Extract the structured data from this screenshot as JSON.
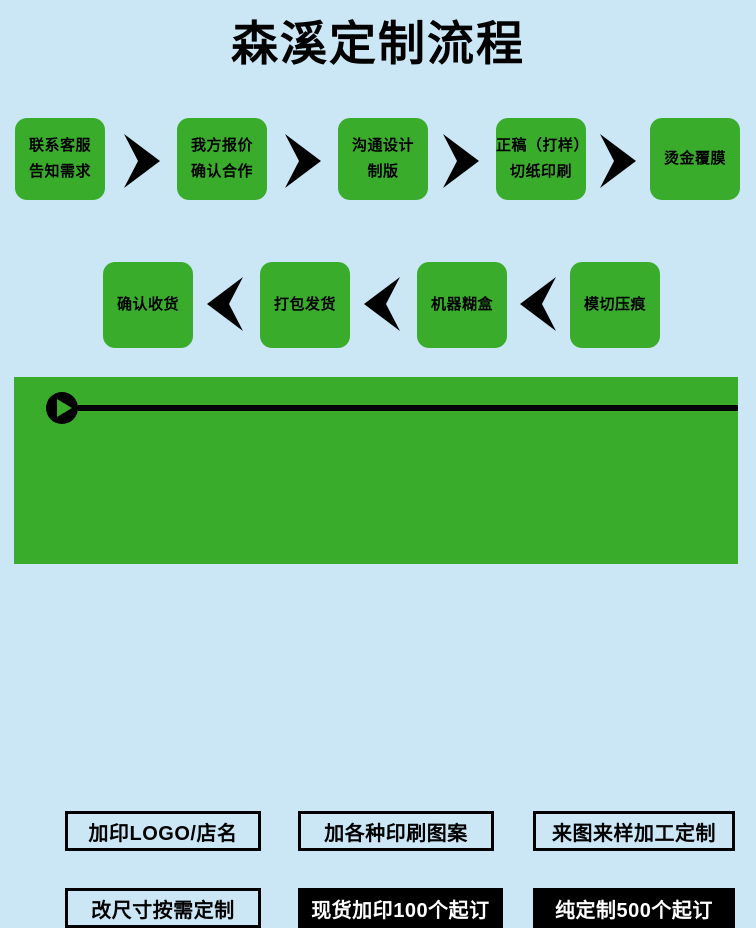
{
  "page": {
    "title": "森溪定制流程",
    "background_color": "#cbe7f5",
    "accent_green": "#39ac2b",
    "ink_color": "#000000"
  },
  "flow": {
    "row1": [
      {
        "line1": "联系客服",
        "line2": "告知需求"
      },
      {
        "line1": "我方报价",
        "line2": "确认合作"
      },
      {
        "line1": "沟通设计",
        "line2": "制版"
      },
      {
        "line1": "正稿（打样）",
        "line2": "切纸印刷"
      },
      {
        "line1": "烫金覆膜",
        "line2": ""
      }
    ],
    "row2": [
      {
        "line1": "确认收货",
        "line2": ""
      },
      {
        "line1": "打包发货",
        "line2": ""
      },
      {
        "line1": "机器糊盒",
        "line2": ""
      },
      {
        "line1": "模切压痕",
        "line2": ""
      }
    ],
    "arrow_right_icon": "chevron-right-arrow",
    "arrow_left_icon": "chevron-left-arrow"
  },
  "panel": {
    "play_icon": "play-circle-icon",
    "tags": [
      {
        "label": "加印LOGO/店名",
        "style": "outline"
      },
      {
        "label": "加各种印刷图案",
        "style": "outline"
      },
      {
        "label": "来图来样加工定制",
        "style": "outline"
      },
      {
        "label": "改尺寸按需定制",
        "style": "outline"
      },
      {
        "label": "现货加印100个起订",
        "style": "filled"
      },
      {
        "label": "纯定制500个起订",
        "style": "filled"
      }
    ]
  }
}
